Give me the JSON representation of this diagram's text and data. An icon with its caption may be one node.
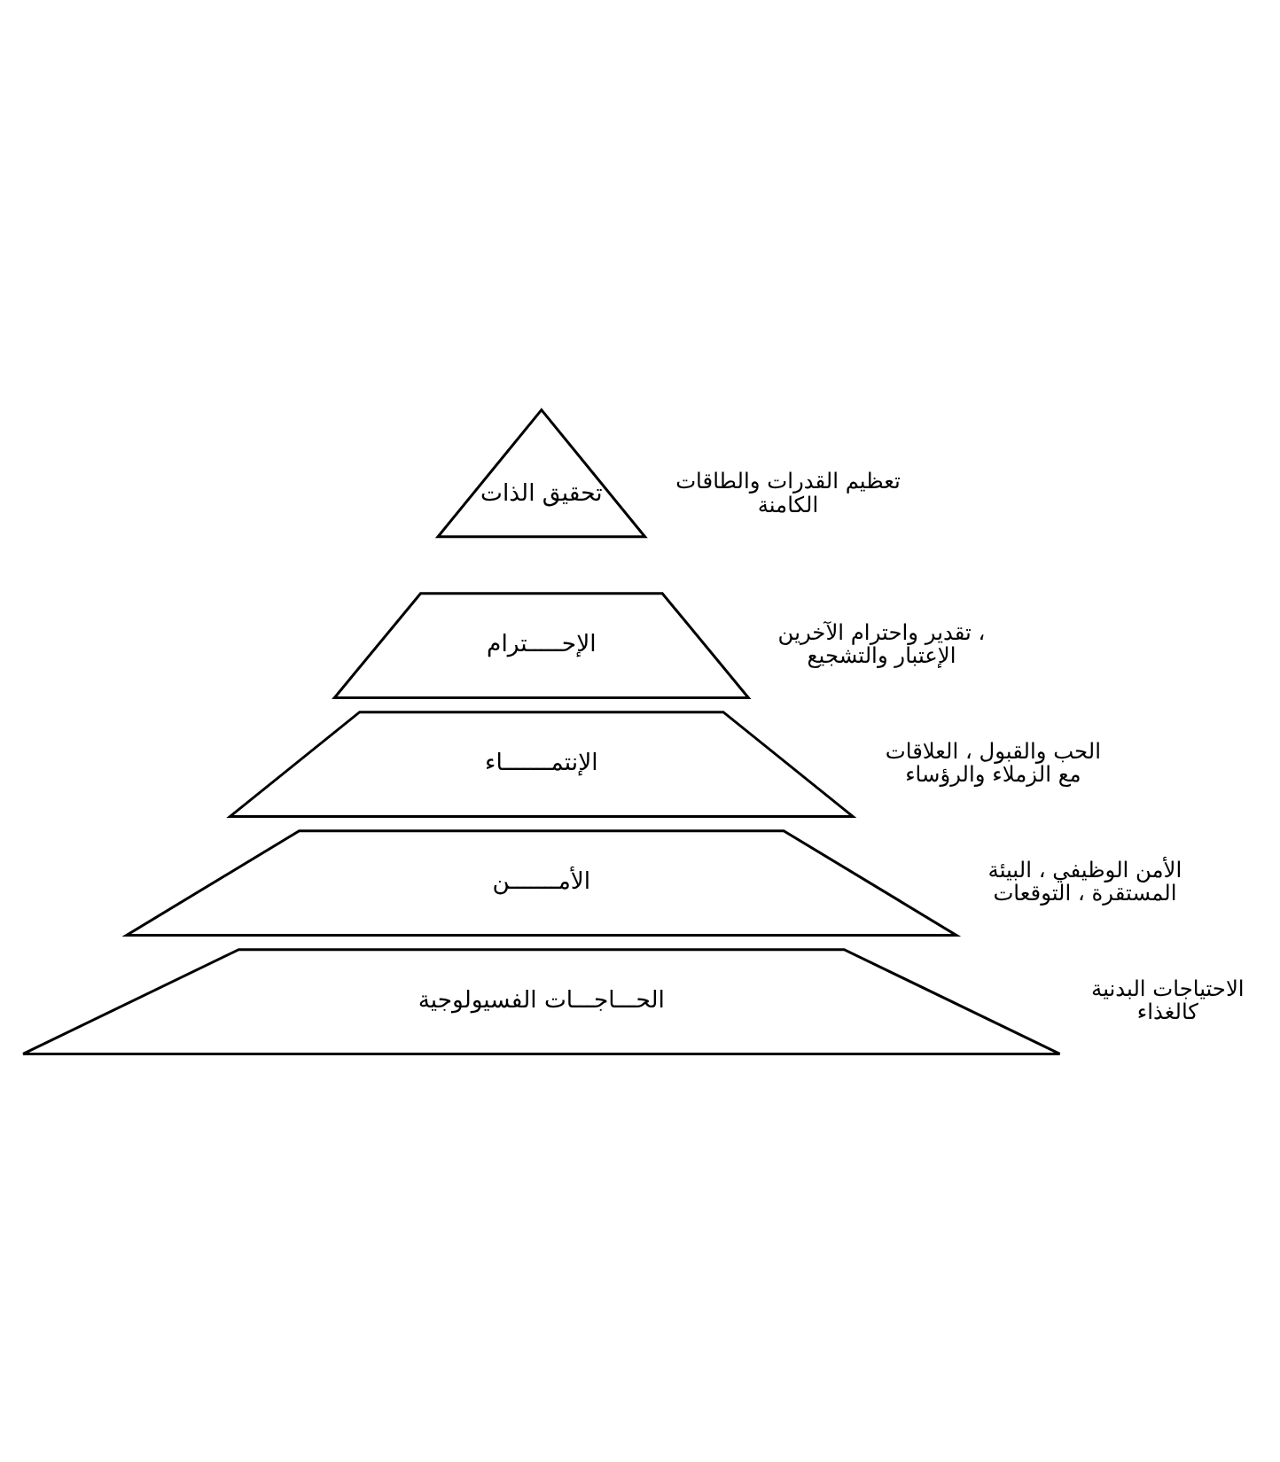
{
  "diagram": {
    "nodes": [
      {
        "text": [
          "تحقيق الذات"
        ],
        "beside": [
          "تعظيم القدرات والطاقات الكامنة"
        ]
      },
      {
        "text": [
          "الإحـــــترام"
        ],
        "beside": [
          "تقدير واحترام الآخرين ، الإعتبار والتشجيع"
        ]
      },
      {
        "text": [
          "الإنتمـــــــاء"
        ],
        "beside": [
          "الحب والقبول ، العلاقات مع الزملاء والرؤساء"
        ]
      },
      {
        "text": [
          "الأمـــــــن"
        ],
        "beside": [
          "الأمن الوظيفي ، البيئة المستقرة ، التوقعات"
        ]
      },
      {
        "text": [
          "الحـــاجـــات الفسيولوجية"
        ],
        "beside": [
          "الاحتياجات البدنية كالغذاء"
        ]
      }
    ]
  }
}
